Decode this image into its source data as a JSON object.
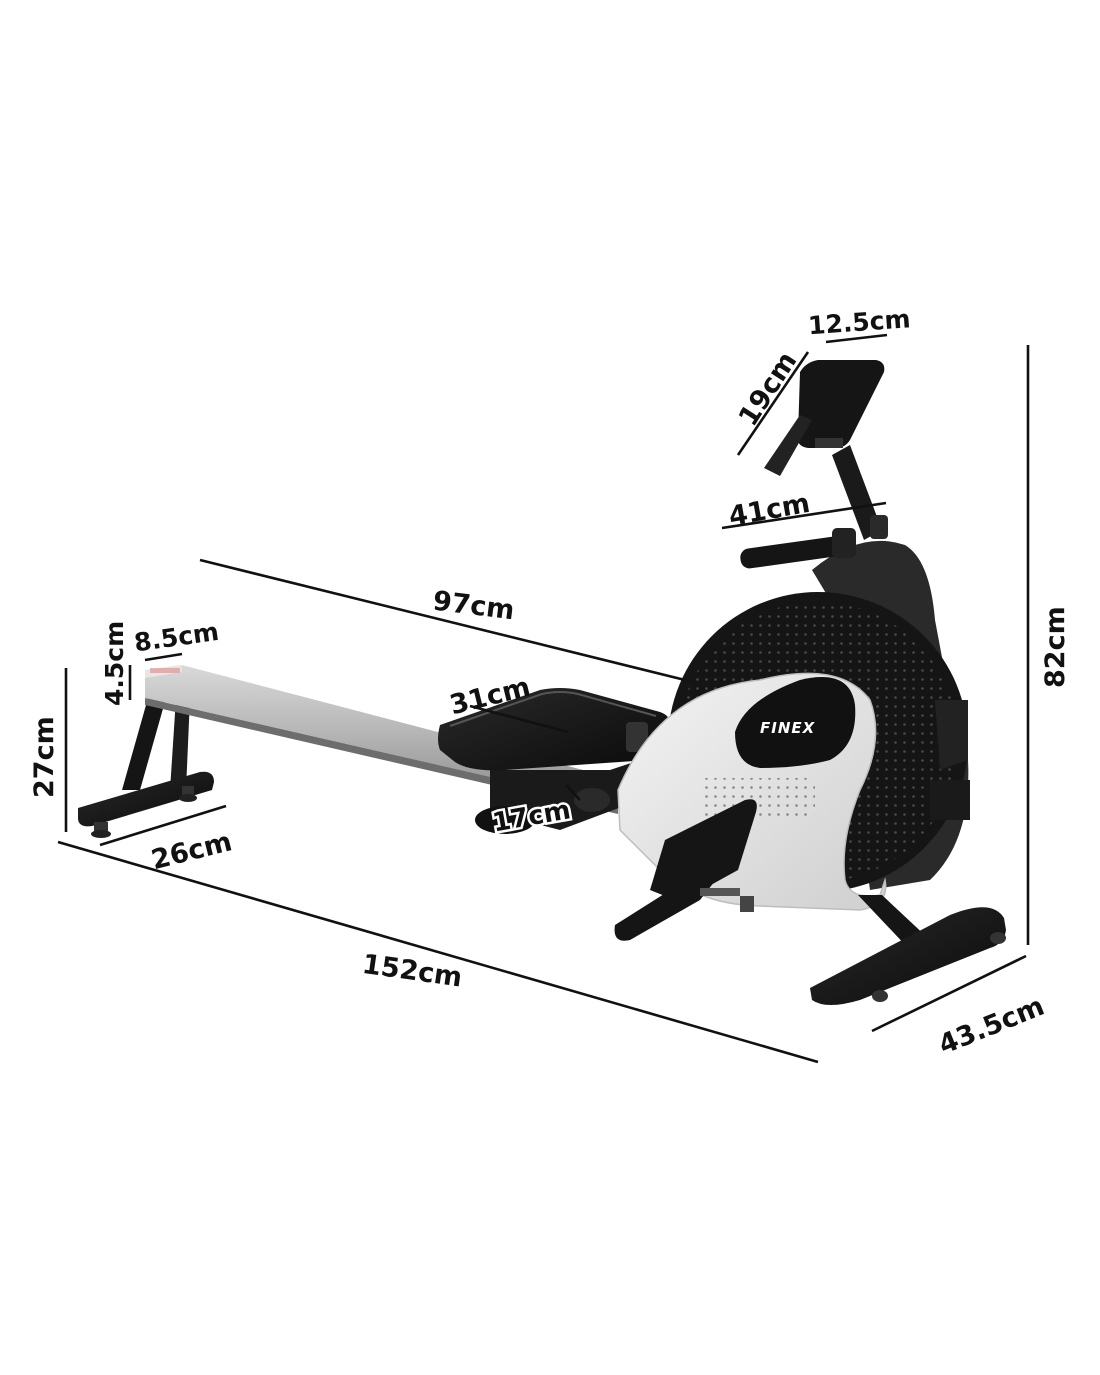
{
  "product": {
    "brand": "FINEX"
  },
  "dimensions": {
    "overall_length": "152cm",
    "rail_length": "97cm",
    "height": "82cm",
    "rear_height": "27cm",
    "rear_foot_width": "26cm",
    "front_foot_width": "43.5cm",
    "rail_width": "8.5cm",
    "rail_thickness": "4.5cm",
    "seat_length": "31cm",
    "seat_height": "17cm",
    "handle_width": "41cm",
    "monitor_width": "12.5cm",
    "monitor_height": "19cm"
  },
  "colors": {
    "frame_black": "#151515",
    "body_white": "#ececec",
    "rail_silver": "#b9b9b9",
    "line": "#111111"
  }
}
